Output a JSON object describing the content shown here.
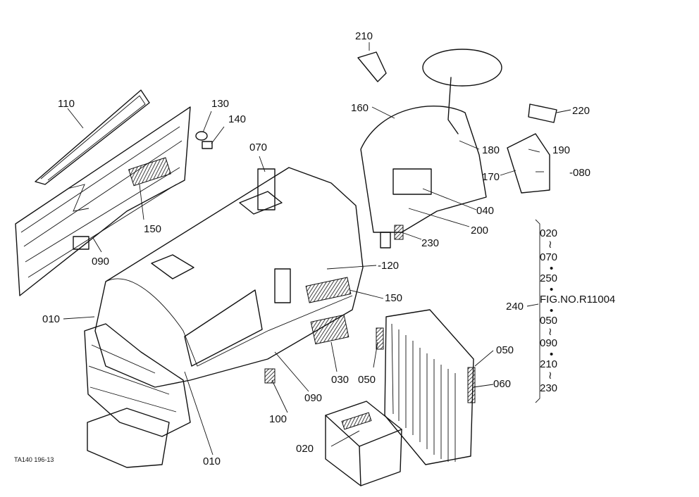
{
  "figure_id": "TA140 196-13",
  "callouts": {
    "c010a": "010",
    "c010b": "010",
    "c020": "020",
    "c030": "030",
    "c040": "040",
    "c050a": "050",
    "c050b": "050",
    "c060": "060",
    "c070": "070",
    "c080": "-080",
    "c090a": "090",
    "c090b": "090",
    "c100": "100",
    "c110": "110",
    "c120": "-120",
    "c130": "130",
    "c140": "140",
    "c150a": "150",
    "c150b": "150",
    "c160": "160",
    "c170": "170",
    "c180": "180",
    "c190": "190",
    "c200": "200",
    "c210": "210",
    "c220": "220",
    "c230": "230",
    "c240": "240"
  },
  "reference_list": {
    "items": [
      "020",
      "070",
      "250",
      "FIG.NO.R11004",
      "050",
      "090",
      "210",
      "230"
    ],
    "separators": [
      "≀",
      "•",
      "•",
      "•",
      "≀",
      "•",
      "≀"
    ]
  }
}
